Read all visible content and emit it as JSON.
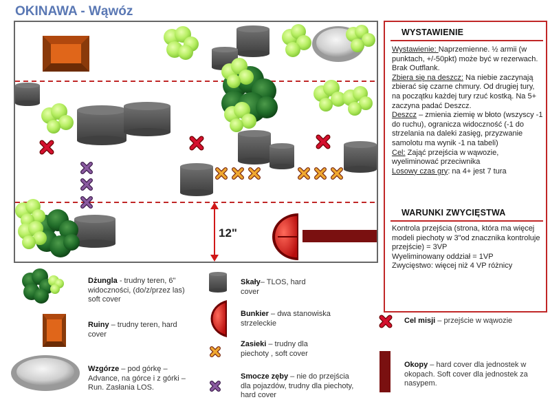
{
  "title": "OKINAWA - Wąwóz",
  "board": {
    "distance_label": "12\""
  },
  "setup": {
    "heading": "WYSTAWIENIE",
    "lines": [
      {
        "label": "Wystawienie: ",
        "text": "Naprzemienne.  ½ armii (w punktach, +/-50pkt) może być w rezerwach. Brak Outflank."
      },
      {
        "label": "Zbiera się na deszcz:",
        "text": " Na niebie zaczynają zbierać się czarne chmury. Od drugiej tury, na początku każdej tury rzuć kostką. Na 5+ zaczyna padać Deszcz."
      },
      {
        "label": "Deszcz",
        "text": " – zmienia ziemię w błoto (wszyscy -1 do ruchu), ogranicza widoczność (-1 do strzelania na daleki zasięg, przyzwanie samolotu  ma wynik -1 na tabeli)"
      },
      {
        "label": "Cel:",
        "text": " Zająć przejścia w wąwozie, wyeliminować przeciwnika"
      },
      {
        "label": "Losowy czas gry",
        "text": ": na 4+ jest 7 tura"
      }
    ]
  },
  "victory": {
    "heading": "WARUNKI ZWYCIĘSTWA",
    "lines": [
      "Kontrola przejścia (strona, która ma więcej modeli piechoty w 3\"od znacznika kontroluje przejście) = 3VP",
      "Wyeliminowany oddział = 1VP",
      "Zwycięstwo: więcej niż 4 VP różnicy"
    ]
  },
  "legend": {
    "jungle": {
      "name": "Dżungla",
      "text": " - trudny teren, 6\" widoczności, (do/z/przez las) soft cover"
    },
    "ruins": {
      "name": "Ruiny",
      "text": " – trudny teren, hard cover"
    },
    "hill": {
      "name": "Wzgórze",
      "text": " – pod górkę – Advance, na górce i z górki – Run. Zasłania LOS."
    },
    "rocks": {
      "name": "Skały",
      "text": "– TLOS, hard cover"
    },
    "bunker": {
      "name": "Bunkier",
      "text": " – dwa stanowiska strzeleckie"
    },
    "wire": {
      "name": "Zasieki",
      "text": " – trudny dla piechoty , soft cover"
    },
    "teeth": {
      "name": "Smocze zęby",
      "text": " – nie do przejścia dla  pojazdów, trudny dla piechoty, hard cover"
    },
    "objective": {
      "name": "Cel misji",
      "text": " – przejście w wąwozie"
    },
    "trench": {
      "name": "Okopy",
      "text": " – hard cover dla jednostek w okopach. Soft cover dla jednostek za nasypem."
    }
  },
  "colors": {
    "title": "#5a78b4",
    "panel_border": "#c02626",
    "zone_line": "#c02626",
    "objective": "#c8102e",
    "teeth": "#7a4a8c",
    "wire": "#e8a020",
    "ruins": "#d45a12",
    "trench": "#7a1010",
    "bush": "#b6ee62",
    "jungle": "#1f6b28",
    "rock": "#555555"
  }
}
